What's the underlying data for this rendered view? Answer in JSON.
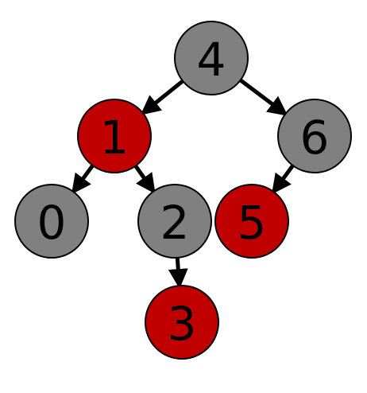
{
  "tree": {
    "nodes": [
      {
        "id": "4",
        "label": "4",
        "color": "gray"
      },
      {
        "id": "1",
        "label": "1",
        "color": "red"
      },
      {
        "id": "6",
        "label": "6",
        "color": "gray"
      },
      {
        "id": "0",
        "label": "0",
        "color": "gray"
      },
      {
        "id": "2",
        "label": "2",
        "color": "gray"
      },
      {
        "id": "5",
        "label": "5",
        "color": "red"
      },
      {
        "id": "3",
        "label": "3",
        "color": "red"
      }
    ],
    "edges": [
      {
        "from": "4",
        "to": "1"
      },
      {
        "from": "4",
        "to": "6"
      },
      {
        "from": "1",
        "to": "0"
      },
      {
        "from": "1",
        "to": "2"
      },
      {
        "from": "6",
        "to": "5"
      },
      {
        "from": "2",
        "to": "3"
      }
    ]
  },
  "colors": {
    "red": "#c00000",
    "gray": "#808080",
    "stroke": "#000000"
  }
}
